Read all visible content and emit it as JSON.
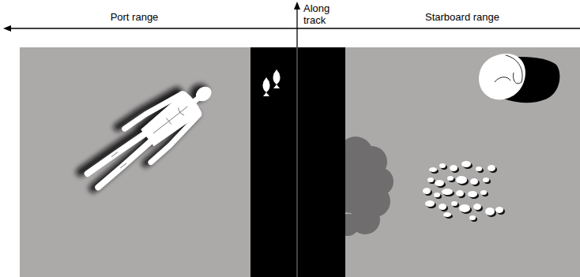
{
  "diagram": {
    "labels": [
      "Port range",
      "Along track",
      "Starboard range"
    ]
  }
}
